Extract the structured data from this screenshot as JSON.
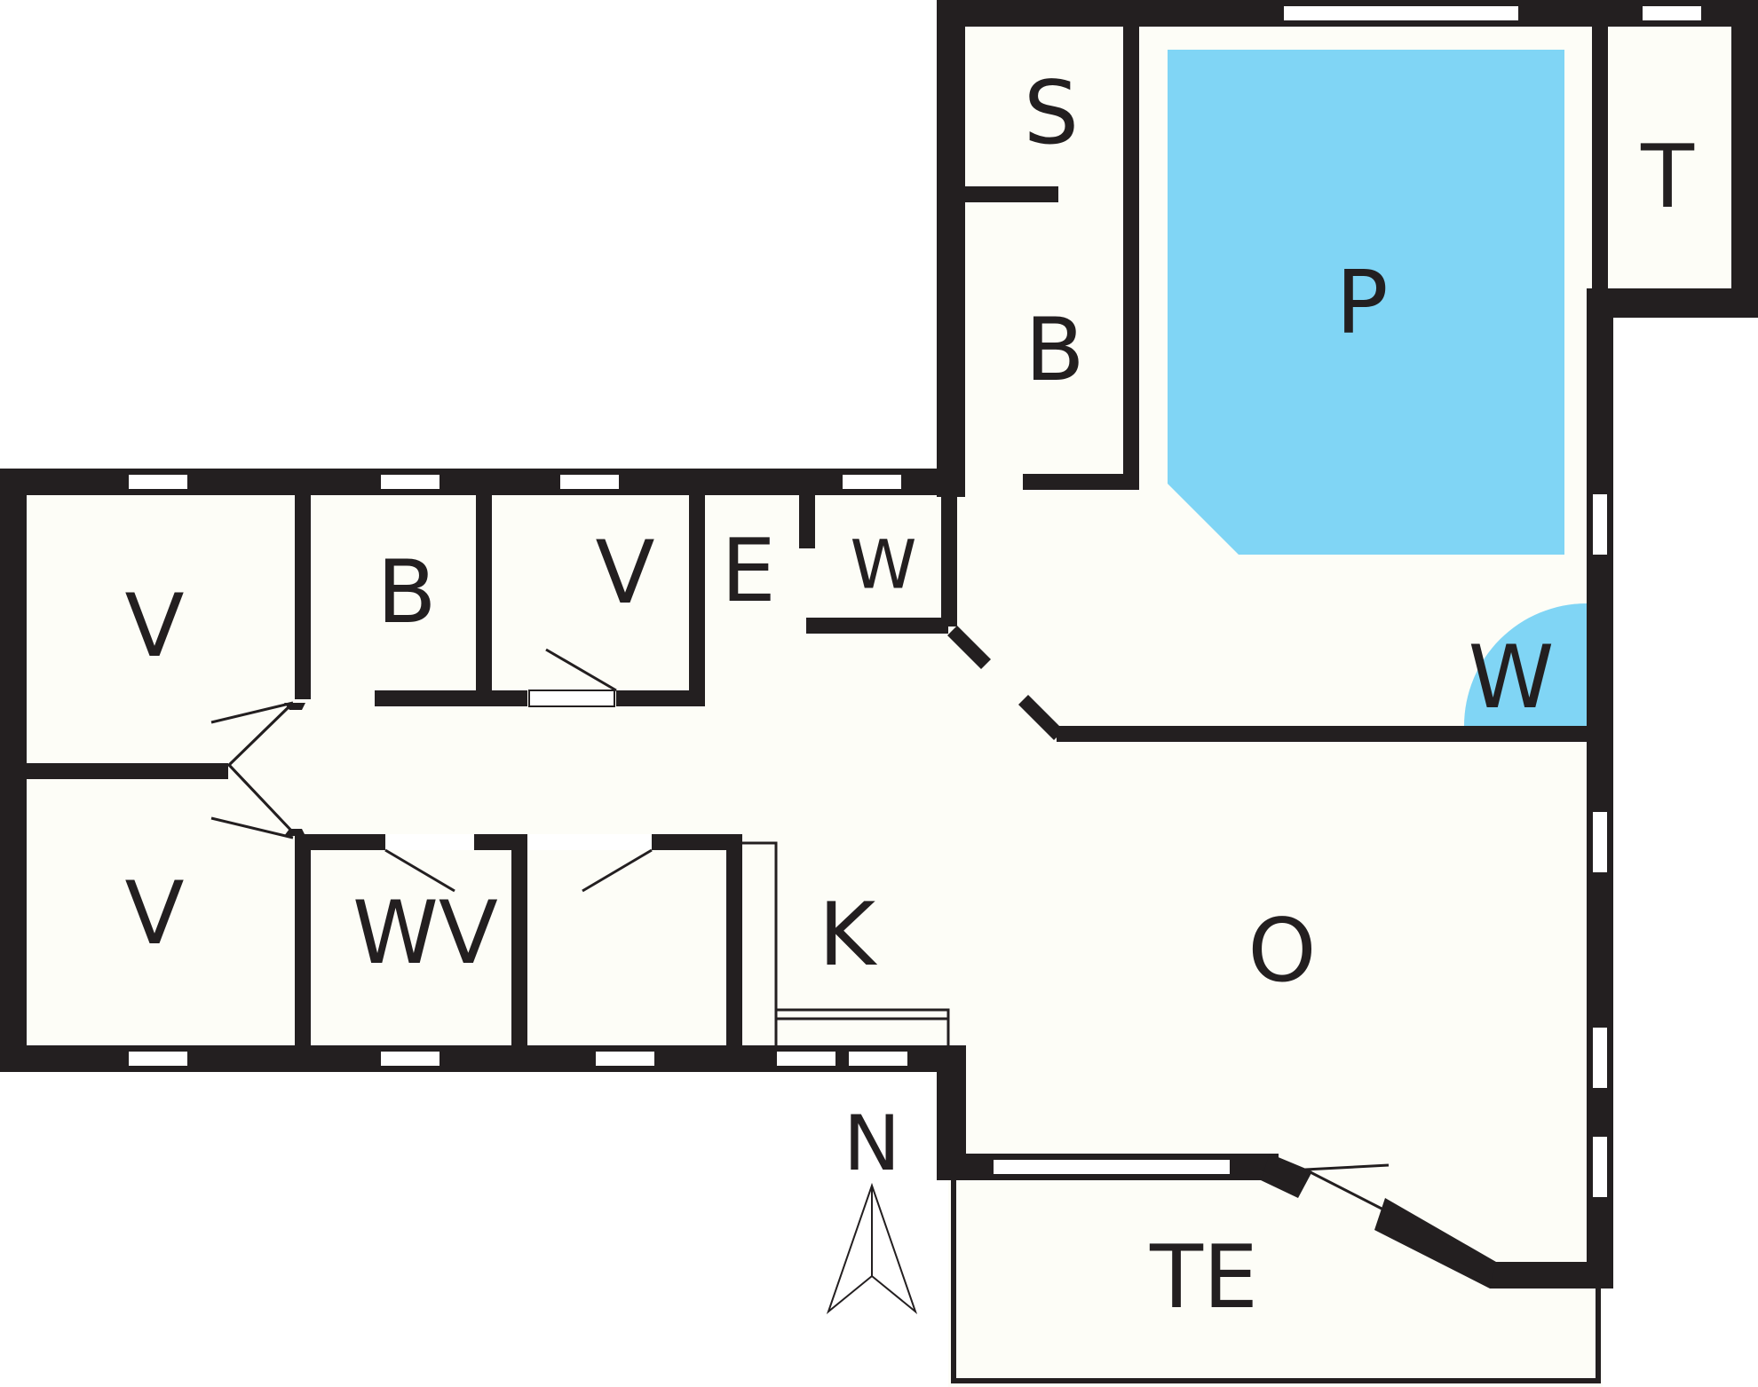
{
  "colors": {
    "wall": "#231f20",
    "floor": "#fdfdf7",
    "pool": "#80d5f5",
    "background": "#ffffff"
  },
  "rooms": {
    "sauna": "S",
    "bath_north": "B",
    "pool": "P",
    "terrace_small": "T",
    "bedroom_nw": "V",
    "bath_west": "B",
    "bedroom_mid": "V",
    "entrance": "E",
    "washroom_north": "W",
    "washroom_pool": "W",
    "bedroom_sw": "V",
    "toilet_laundry": "WV",
    "kitchen": "K",
    "living": "O",
    "terrace": "TE"
  },
  "compass": {
    "label": "N",
    "icon": "north-arrow-icon"
  }
}
